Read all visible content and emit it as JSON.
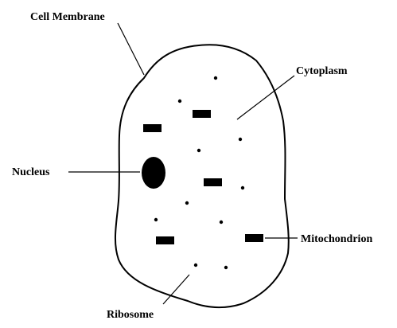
{
  "diagram": {
    "labels": {
      "cell_membrane": "Cell Membrane",
      "cytoplasm": "Cytoplasm",
      "nucleus": "Nucleus",
      "mitochondrion": "Mitochondrion",
      "ribosome": "Ribosome"
    },
    "colors": {
      "background": "#ffffff",
      "ink": "#000000"
    }
  }
}
